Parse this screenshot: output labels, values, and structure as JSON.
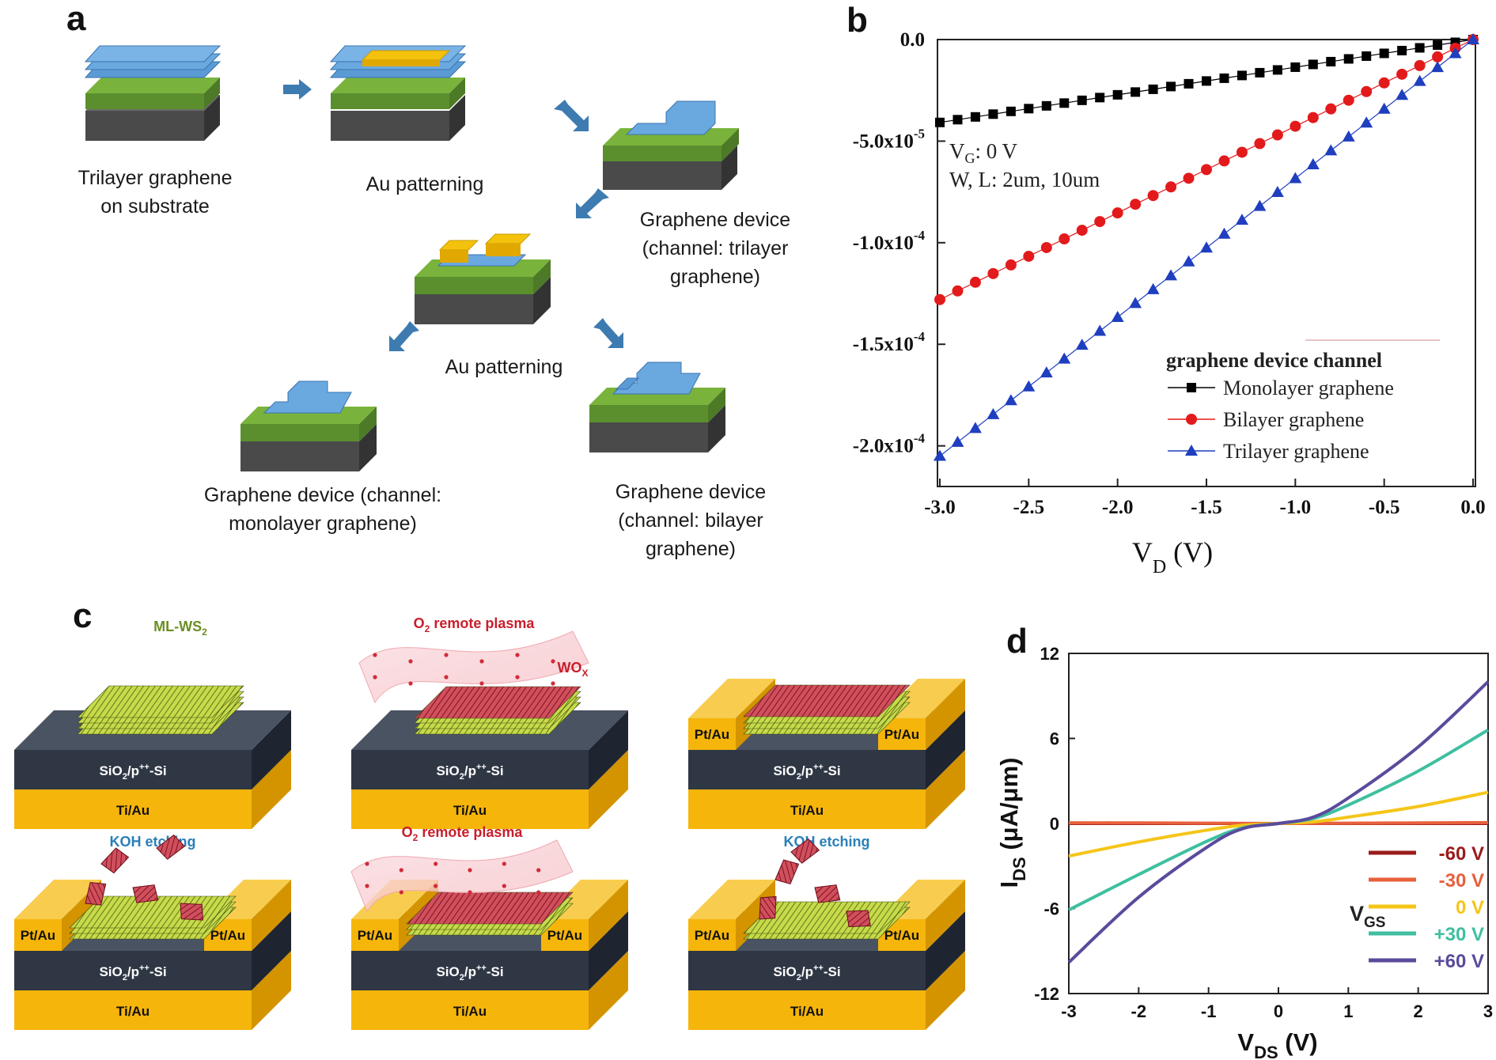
{
  "panels": {
    "a": {
      "letter": "a",
      "captions": {
        "trilayer_on_substrate_1": "Trilayer graphene",
        "trilayer_on_substrate_2": "on substrate",
        "au_patterning_1": "Au patterning",
        "device_trilayer_1": "Graphene device",
        "device_trilayer_2": "(channel: trilayer",
        "device_trilayer_3": "graphene)",
        "au_patterning_2": "Au patterning",
        "device_monolayer_1": "Graphene device (channel:",
        "device_monolayer_2": "monolayer graphene)",
        "device_bilayer_1": "Graphene device",
        "device_bilayer_2": "(channel: bilayer",
        "device_bilayer_3": "graphene)"
      }
    },
    "b": {
      "letter": "b",
      "annotation_vg": "V",
      "annotation_vg_sub": "G",
      "annotation_vg_rest": ": 0 V",
      "annotation_wl": "W, L: 2um, 10um",
      "legend_title": "graphene device channel",
      "xlabel": "V",
      "xlabel_sub": "D",
      "xlabel_unit": " (V)"
    },
    "c": {
      "letter": "c",
      "labels": {
        "ml_ws2": "ML-WS",
        "ml_ws2_sub": "2",
        "o2_plasma": "O",
        "o2_plasma_sub": "2",
        "o2_plasma_rest": " remote plasma",
        "wox": "WO",
        "wox_sub": "X",
        "koh": "KOH etching",
        "pt_au": "Pt/Au",
        "sio2": "SiO",
        "sio2_sub": "2",
        "sio2_rest": "/p",
        "sio2_sup": "++",
        "sio2_end": "-Si",
        "ti_au": "Ti/Au"
      }
    },
    "d": {
      "letter": "d",
      "ylabel": "I",
      "ylabel_sub": "DS",
      "ylabel_unit": " (μA/μm)",
      "xlabel": "V",
      "xlabel_sub": "DS",
      "xlabel_unit": " (V)",
      "vgs": "V",
      "vgs_sub": "GS"
    }
  },
  "colors": {
    "graphene_blue": "#5b9bd5",
    "substrate_green": "#6aa84f",
    "substrate_gray": "#555555",
    "gold": "#f4c20d",
    "arrow_blue": "#3d7bb0",
    "mono": "#000000",
    "bi": "#e31a1c",
    "tri": "#1f3fbf",
    "d_m60": "#9b1b1b",
    "d_m30": "#e8603c",
    "d_0": "#f5c518",
    "d_p30": "#3fbfa0",
    "d_p60": "#5b4a9c",
    "sio2_dark": "#2f3744",
    "ti_au_gold": "#f5b50a",
    "ws2_green": "#a9c93a",
    "wox_red": "#b02a3a",
    "plasma_pink": "#f7c6cc"
  },
  "chart_data": [
    {
      "panel": "b",
      "type": "line",
      "title": "",
      "xlabel": "V_D (V)",
      "ylabel": "",
      "xlim": [
        -3.0,
        0.0
      ],
      "ylim": [
        -0.00022,
        0.0
      ],
      "x_ticks": [
        -3.0,
        -2.5,
        -2.0,
        -1.5,
        -1.0,
        -0.5,
        0.0
      ],
      "x_tick_labels": [
        "-3.0",
        "-2.5",
        "-2.0",
        "-1.5",
        "-1.0",
        "-0.5",
        "0.0"
      ],
      "y_ticks": [
        0.0,
        -5e-05,
        -0.0001,
        -0.00015,
        -0.0002
      ],
      "y_tick_labels": [
        "0.0",
        "-5.0x10",
        "-1.0x10",
        "-1.5x10",
        "-2.0x10"
      ],
      "y_tick_exps": [
        "",
        "-5",
        "-4",
        "-4",
        "-4"
      ],
      "legend": "bottom-right",
      "series": [
        {
          "name": "Monolayer graphene",
          "marker": "square",
          "color": "#000000",
          "x_start": -3.0,
          "x_end": 0.0,
          "y_at_start": -4.08e-05,
          "y_at_end": 0.0,
          "n_points": 31
        },
        {
          "name": "Bilayer graphene",
          "marker": "circle",
          "color": "#e31a1c",
          "x_start": -3.0,
          "x_end": 0.0,
          "y_at_start": -0.000128,
          "y_at_end": 0.0,
          "n_points": 31
        },
        {
          "name": "Trilayer graphene",
          "marker": "triangle",
          "color": "#1f3fbf",
          "x_start": -3.0,
          "x_end": 0.0,
          "y_at_start": -0.000205,
          "y_at_end": 0.0,
          "n_points": 31
        }
      ]
    },
    {
      "panel": "d",
      "type": "line",
      "title": "",
      "xlabel": "V_DS (V)",
      "ylabel": "I_DS (μA/μm)",
      "xlim": [
        -3,
        3
      ],
      "ylim": [
        -12,
        12
      ],
      "x_ticks": [
        -3,
        -2,
        -1,
        0,
        1,
        2,
        3
      ],
      "x_tick_labels": [
        "-3",
        "-2",
        "-1",
        "0",
        "1",
        "2",
        "3"
      ],
      "y_ticks": [
        -12,
        -6,
        0,
        6,
        12
      ],
      "y_tick_labels": [
        "-12",
        "-6",
        "0",
        "6",
        "12"
      ],
      "legend": "bottom-right",
      "legend_title": "V_GS",
      "series": [
        {
          "name": "-60 V",
          "color": "#9b1b1b",
          "x": [
            -3,
            -2,
            -1,
            -0.5,
            0,
            0.5,
            1,
            2,
            3
          ],
          "y": [
            0.0,
            0.0,
            0.0,
            0.0,
            0.0,
            0.0,
            0.0,
            0.0,
            0.0
          ]
        },
        {
          "name": "-30 V",
          "color": "#e8603c",
          "x": [
            -3,
            -2,
            -1,
            -0.5,
            0,
            0.5,
            1,
            2,
            3
          ],
          "y": [
            0.05,
            0.04,
            0.02,
            0.01,
            0.0,
            0.01,
            0.02,
            0.04,
            0.06
          ]
        },
        {
          "name": "0 V",
          "color": "#f5c518",
          "x": [
            -3,
            -2,
            -1,
            -0.5,
            0,
            0.5,
            1,
            2,
            3
          ],
          "y": [
            -2.3,
            -1.3,
            -0.45,
            -0.12,
            0.0,
            0.12,
            0.45,
            1.2,
            2.2
          ]
        },
        {
          "name": "+30 V",
          "color": "#3fbfa0",
          "x": [
            -3,
            -2,
            -1,
            -0.5,
            0,
            0.5,
            1,
            2,
            3
          ],
          "y": [
            -6.1,
            -3.6,
            -1.2,
            -0.3,
            0.0,
            0.35,
            1.3,
            3.7,
            6.6
          ]
        },
        {
          "name": "+60 V",
          "color": "#5b4a9c",
          "x": [
            -3,
            -2,
            -1,
            -0.5,
            0,
            0.5,
            1,
            2,
            3
          ],
          "y": [
            -9.8,
            -5.2,
            -1.6,
            -0.35,
            0.0,
            0.45,
            1.8,
            5.4,
            10.0
          ]
        }
      ]
    }
  ]
}
